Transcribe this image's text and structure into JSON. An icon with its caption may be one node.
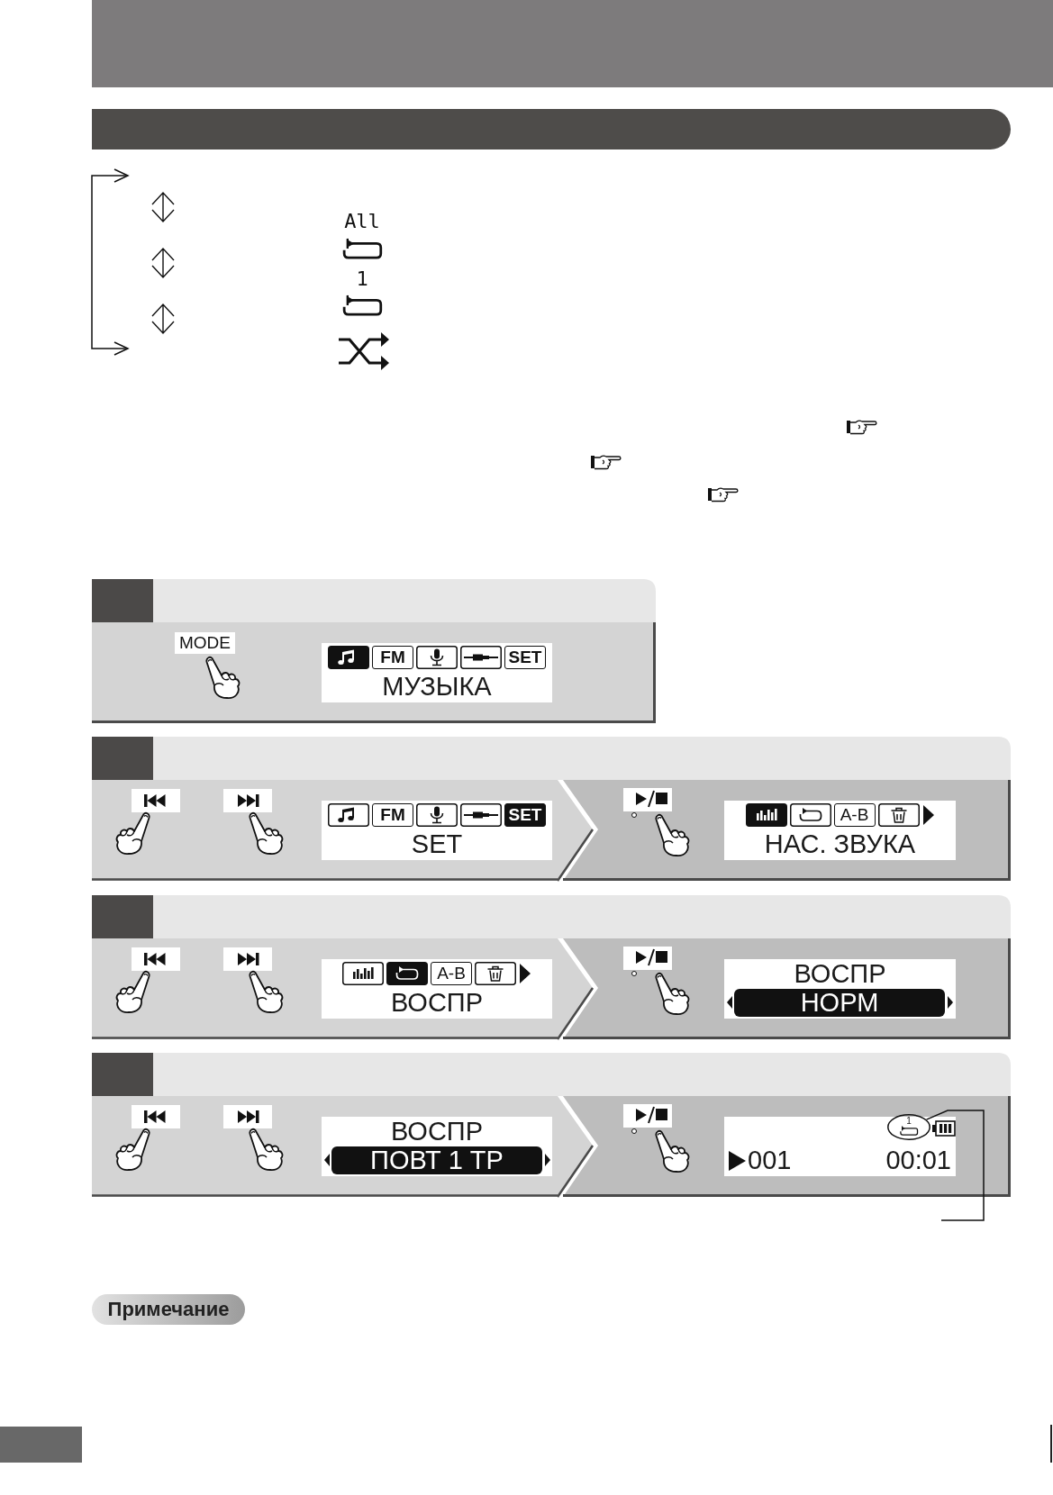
{
  "diagram": {
    "nodes": [
      {
        "text": [],
        "shape": "band"
      },
      {
        "text": [],
        "shape": "bar"
      },
      {
        "text": [],
        "shape": "band"
      },
      {
        "text": [
          "FM",
          "SET",
          "МУЗЫКА"
        ],
        "in": 2
      },
      {
        "text": [],
        "shape": "band"
      },
      {
        "text": [
          "FM",
          "SET",
          "SET"
        ],
        "in": 4
      },
      {
        "text": [
          "A-B",
          "НАС. ЗВУКА"
        ],
        "in": 4
      },
      {
        "text": [],
        "shape": "band"
      },
      {
        "text": [
          "A-B",
          "ВОСПР"
        ],
        "in": 7
      },
      {
        "text": [
          "ВОСПР",
          "НОРМ"
        ],
        "in": 7
      },
      {
        "text": [],
        "shape": "band"
      },
      {
        "text": [
          "ВОСПР",
          "ПОВТ 1 ТР"
        ],
        "in": 10
      },
      {
        "text": [
          "001",
          "00:01"
        ],
        "in": 10
      },
      {
        "text": [
          "1"
        ],
        "in": 12
      },
      {
        "text": [
          "Примечание"
        ]
      },
      {
        "text": [],
        "shape": "box"
      }
    ],
    "edges": [
      {
        "from": null,
        "to": 13,
        "arrow": "none"
      }
    ],
    "labels": [
      "All",
      "1",
      "MODE"
    ]
  }
}
